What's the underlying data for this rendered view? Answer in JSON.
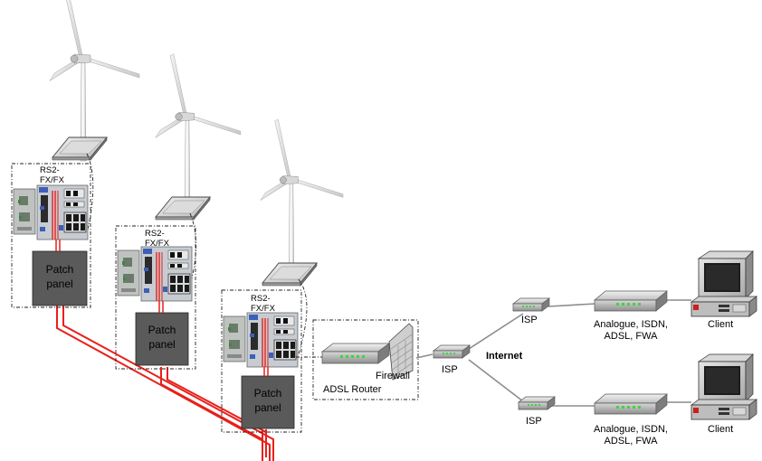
{
  "stations": [
    {
      "switch_label_line1": "RS2-",
      "switch_label_line2": "FX/FX",
      "patch_line1": "Patch",
      "patch_line2": "panel"
    },
    {
      "switch_label_line1": "RS2-",
      "switch_label_line2": "FX/FX",
      "patch_line1": "Patch",
      "patch_line2": "panel"
    },
    {
      "switch_label_line1": "RS2-",
      "switch_label_line2": "FX/FX",
      "patch_line1": "Patch",
      "patch_line2": "panel"
    }
  ],
  "adsl_router": {
    "label": "ADSL Router"
  },
  "firewall": {
    "label": "Firewall"
  },
  "isp_center": {
    "label": "ISP"
  },
  "internet": {
    "label": "Internet"
  },
  "isp_top": {
    "label": "ISP"
  },
  "isp_bottom": {
    "label": "ISP"
  },
  "modem_top": {
    "line1": "Analogue, ISDN,",
    "line2": "ADSL, FWA"
  },
  "modem_bottom": {
    "line1": "Analogue, ISDN,",
    "line2": "ADSL, FWA"
  },
  "client_top": {
    "label": "Client"
  },
  "client_bottom": {
    "label": "Client"
  },
  "colors": {
    "fiber": "#e8201a",
    "patch_panel": "#5a5a5a",
    "link": "#8c8c8c"
  }
}
